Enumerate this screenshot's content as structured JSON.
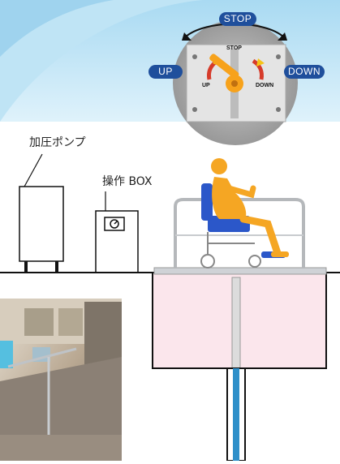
{
  "controller": {
    "stop_label": "STOP",
    "up_label": "UP",
    "down_label": "DOWN",
    "plate_stop": "STOP",
    "plate_up": "UP",
    "plate_down": "DOWN"
  },
  "diagram": {
    "pump_label": "加圧ポンプ",
    "box_label": "操作 BOX"
  },
  "icons": {
    "rotation_arrow": "double-headed-curved-arrow-icon",
    "gauge": "gauge-icon",
    "seated_person": "seated-person-icon",
    "wheelchair": "wheelchair-icon"
  },
  "colors": {
    "sky": "#bfe4f5",
    "pill": "#1f4f9c",
    "lever": "#f7a21b",
    "pit_fill": "#fbe6ec",
    "cylinder": "#2e8fc9",
    "person": "#f5a623",
    "chair_seat": "#2b57c9"
  }
}
